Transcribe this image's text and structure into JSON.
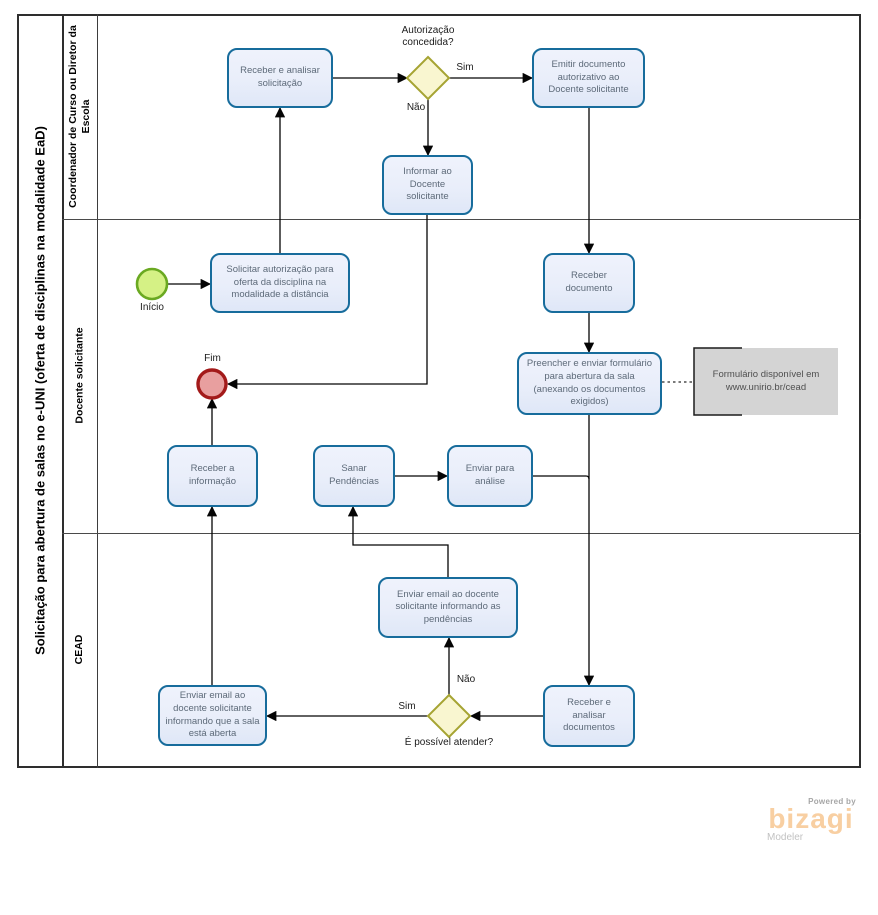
{
  "pool": {
    "title": "Solicitação para abertura de salas no e-UNI (oferta de disciplinas na modalidade EaD)",
    "lanes": [
      {
        "label": "Coordenador de Curso ou Diretor da Escola"
      },
      {
        "label": "Docente  solicitante"
      },
      {
        "label": "CEAD"
      }
    ]
  },
  "events": {
    "start": {
      "label": "Início"
    },
    "end": {
      "label": "Fim"
    }
  },
  "tasks": {
    "receber_analisar_solicitacao": {
      "label": "Receber  e analisar solicitação"
    },
    "emitir_documento": {
      "label": "Emitir documento autorizativo ao Docente solicitante"
    },
    "informar_docente": {
      "label": "Informar ao Docente solicitante"
    },
    "solicitar_autorizacao": {
      "label": "Solicitar autorização para oferta da disciplina na modalidade a distância"
    },
    "receber_documento": {
      "label": "Receber documento"
    },
    "preencher_formulario": {
      "label": "Preencher e enviar formulário para abertura da sala (anexando os documentos exigidos)"
    },
    "receber_informacao": {
      "label": "Receber a informação"
    },
    "sanar_pendencias": {
      "label": "Sanar Pendências"
    },
    "enviar_analise": {
      "label": "Enviar para análise"
    },
    "email_pendencias": {
      "label": "Enviar email ao docente solicitante informando as pendências"
    },
    "email_sala_aberta": {
      "label": "Enviar email ao docente solicitante informando que a sala está aberta"
    },
    "receber_analisar_documentos": {
      "label": "Receber e analisar documentos"
    }
  },
  "gateways": {
    "autorizacao_concedida": {
      "label": "Autorização concedida?",
      "yes_label": "Sim",
      "no_label": "Não"
    },
    "possivel_atender": {
      "label": "É possível atender?",
      "yes_label": "Sim",
      "no_label": "Não"
    }
  },
  "annotation": {
    "label": "Formulário disponível em www.unirio.br/cead"
  },
  "branding": {
    "powered_by": "Powered by",
    "logo": "bizagi",
    "product": "Modeler"
  },
  "colors": {
    "task_fill": "#e9eefa",
    "task_border": "#176c9c",
    "task_text": "#5d6a79",
    "gateway_fill": "#f9f6d0",
    "gateway_border": "#a6a433",
    "start_fill": "#d5f185",
    "start_border": "#6aa921",
    "end_fill": "#e89f9f",
    "end_border": "#a31a1a",
    "annotation_fill": "#d4d4d4",
    "flow": "#050505",
    "logo_orange": "#f8cfa2"
  }
}
